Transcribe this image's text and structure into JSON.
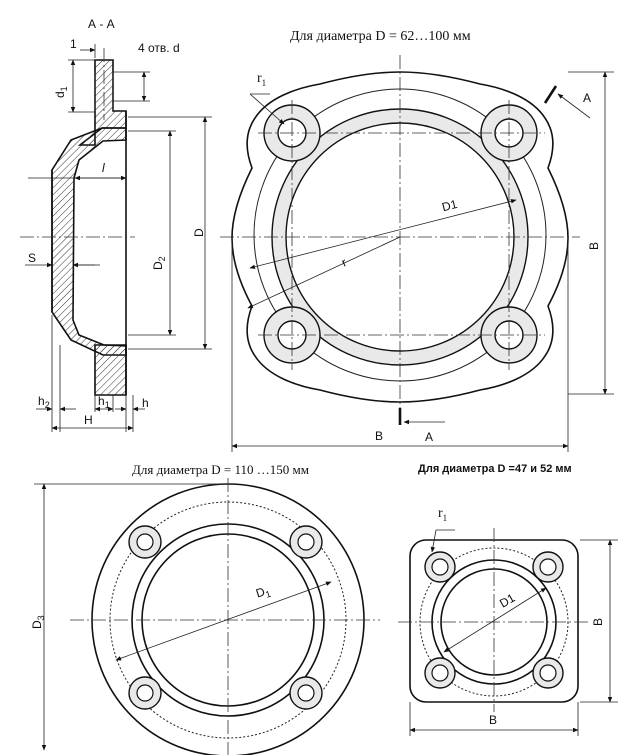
{
  "section": {
    "title": "А - А",
    "label_1": "1",
    "holes_label": "4 отв. d",
    "d1": "d",
    "d1_sub": "1",
    "D": "D",
    "D2": "D",
    "D2_sub": "2",
    "l": "l",
    "S": "S",
    "h2": "h",
    "h2_sub": "2",
    "h1": "h",
    "h1_sub": "1",
    "h": "h",
    "H": "H"
  },
  "main_view": {
    "caption": "Для диаметра D = 62…100 мм",
    "r1": "r",
    "r1_sub": "1",
    "D1": "D1",
    "r": "r",
    "B_right": "B",
    "B_bottom": "B",
    "A_top": "A",
    "A_bottom": "A"
  },
  "view_round": {
    "caption": "Для диаметра D = 110 …150 мм",
    "D1": "D",
    "D1_sub": "1",
    "D3": "D",
    "D3_sub": "3"
  },
  "view_square": {
    "caption": "Для диаметра D =47 и 52 мм",
    "r1": "r",
    "r1_sub": "1",
    "D1": "D1",
    "B_right": "B",
    "B_bottom": "B"
  }
}
